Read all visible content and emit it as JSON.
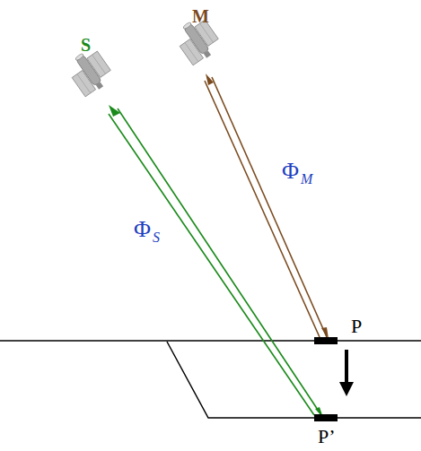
{
  "diagram": {
    "labels": [
      "S",
      "M",
      "Φ",
      "S",
      "Φ",
      "M",
      "P",
      "P’"
    ]
  }
}
